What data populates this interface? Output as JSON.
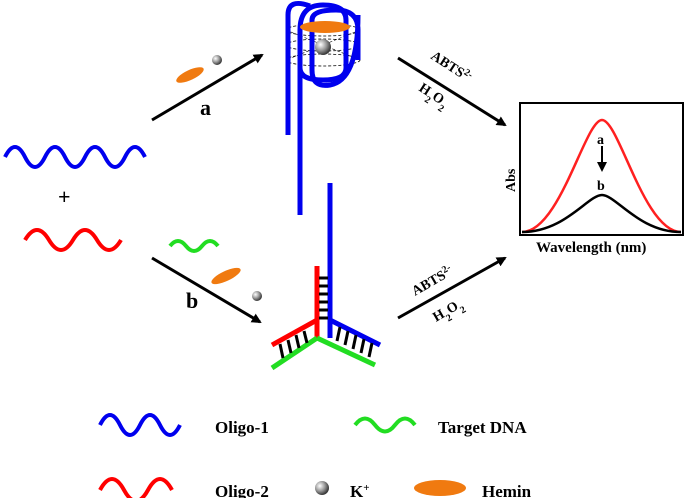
{
  "diagram": {
    "plus": "+",
    "path_a_label": "a",
    "path_b_label": "b",
    "reagents_top_main": "ABTS",
    "reagents_top_sup": "2-",
    "reagents_top_h": "H",
    "reagents_top_sub": "2",
    "reagents_top_o": "O",
    "reagents_top_sub2": "2",
    "reagents_bottom_main": "ABTS",
    "reagents_bottom_sup": "2-",
    "reagents_bottom_h": "H",
    "reagents_bottom_sub": "2",
    "reagents_bottom_o": "O",
    "reagents_bottom_sub2": "2"
  },
  "spectrum": {
    "ylabel": "Abs",
    "xlabel": "Wavelength (nm)",
    "peak_a_label": "a",
    "peak_b_label": "b",
    "colors": {
      "a": "#ff2020",
      "b": "#000000"
    }
  },
  "legend": {
    "oligo1": "Oligo-1",
    "target": "Target DNA",
    "oligo2": "Oligo-2",
    "kplus_main": "K",
    "kplus_sup": "+",
    "hemin": "Hemin"
  },
  "colors": {
    "oligo1": "#0000ee",
    "oligo2": "#ff0000",
    "target": "#22dd22",
    "hemin": "#f07a10"
  }
}
